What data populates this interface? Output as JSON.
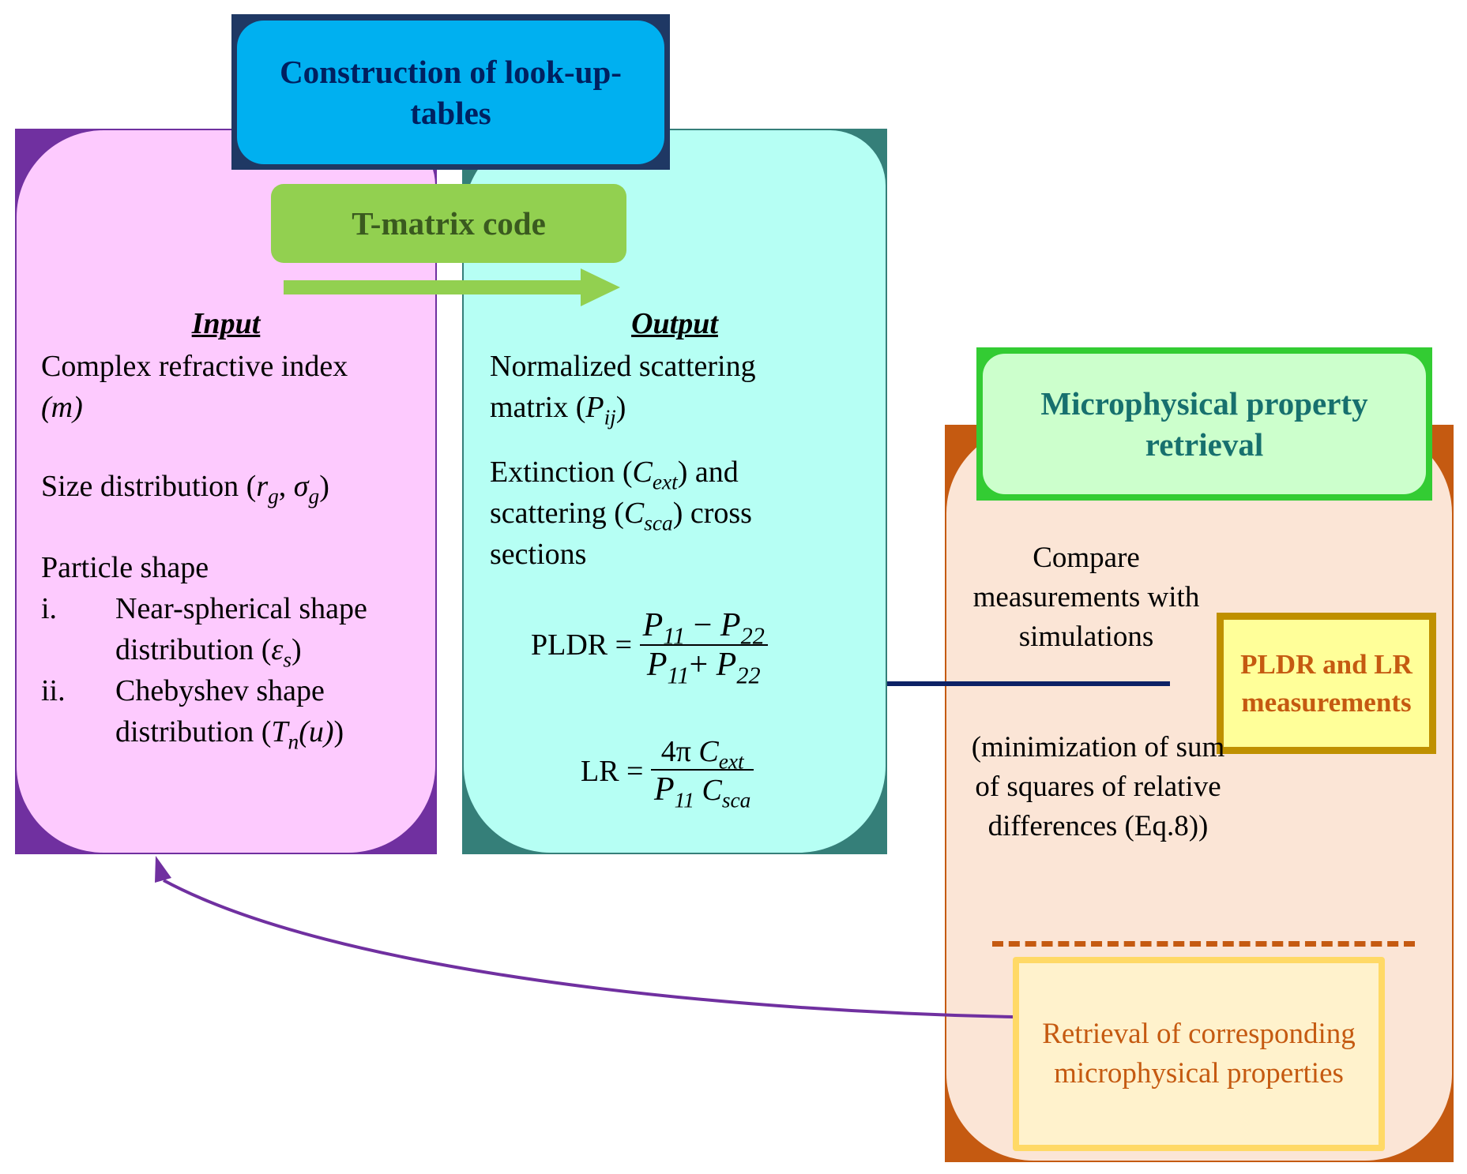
{
  "header": {
    "title": "Construction of look-up-tables",
    "method": "T-matrix code"
  },
  "input_panel": {
    "heading": "Input",
    "refractive_label": "Complex refractive index",
    "refractive_symbol": "(m)",
    "size_label": "Size distribution",
    "size_symbol_r": "r",
    "size_symbol_r_sub": "g",
    "size_symbol_s": "σ",
    "size_symbol_s_sub": "g",
    "shape_label": "Particle shape",
    "shape_items": [
      {
        "marker": "i.",
        "line1": "Near-spherical shape",
        "line2": "distribution",
        "symbol": "ε",
        "symbol_sub": "s"
      },
      {
        "marker": "ii.",
        "line1": "Chebyshev shape",
        "line2": "distribution",
        "symbol": "T",
        "symbol_sub": "n",
        "symbol_arg": "(u)"
      }
    ]
  },
  "output_panel": {
    "heading": "Output",
    "matrix_line1": "Normalized scattering",
    "matrix_line2": "matrix",
    "matrix_symbol": "P",
    "matrix_sub": "ij",
    "ext_label": "Extinction",
    "ext_symbol": "C",
    "ext_sub": "ext",
    "and_label": "and",
    "sca_label": "scattering",
    "sca_symbol": "C",
    "sca_sub": "sca",
    "cross_label": "cross",
    "sections_label": "sections",
    "pldr_formula": {
      "lhs": "PLDR =",
      "numerator": [
        "P",
        "11",
        "−",
        "P",
        "22"
      ],
      "denominator": [
        "P",
        "11",
        "+",
        "P",
        "22"
      ]
    },
    "lr_formula": {
      "lhs": "LR =",
      "numerator": [
        "4π",
        "C",
        "ext"
      ],
      "denominator": [
        "P",
        "11",
        "C",
        "sca"
      ]
    }
  },
  "retrieval": {
    "title": "Microphysical property retrieval",
    "compare_text": "Compare measurements with simulations",
    "measurements_box": "PLDR and LR measurements",
    "minimization_text": "(minimization of sum of squares of relative differences (Eq.8))",
    "result_box": "Retrieval of corresponding microphysical properties"
  },
  "colors": {
    "input_fill": "#fdcafe",
    "input_border": "#7030a0",
    "output_fill": "#b6fff4",
    "output_border": "#357f79",
    "header_fill": "#00b0f0",
    "header_text": "#002060",
    "tmatrix_fill": "#92d050",
    "retrieval_fill": "#fbe5d6",
    "retrieval_border": "#c55a11",
    "micro_fill": "#ccffcc",
    "micro_border": "#33cc33",
    "measure_fill": "#ffff99",
    "measure_border": "#bf9000",
    "result_fill": "#fff2cc",
    "result_border": "#ffd966",
    "feedback_arrow": "#7030a0",
    "connector_line": "#0d2266"
  }
}
